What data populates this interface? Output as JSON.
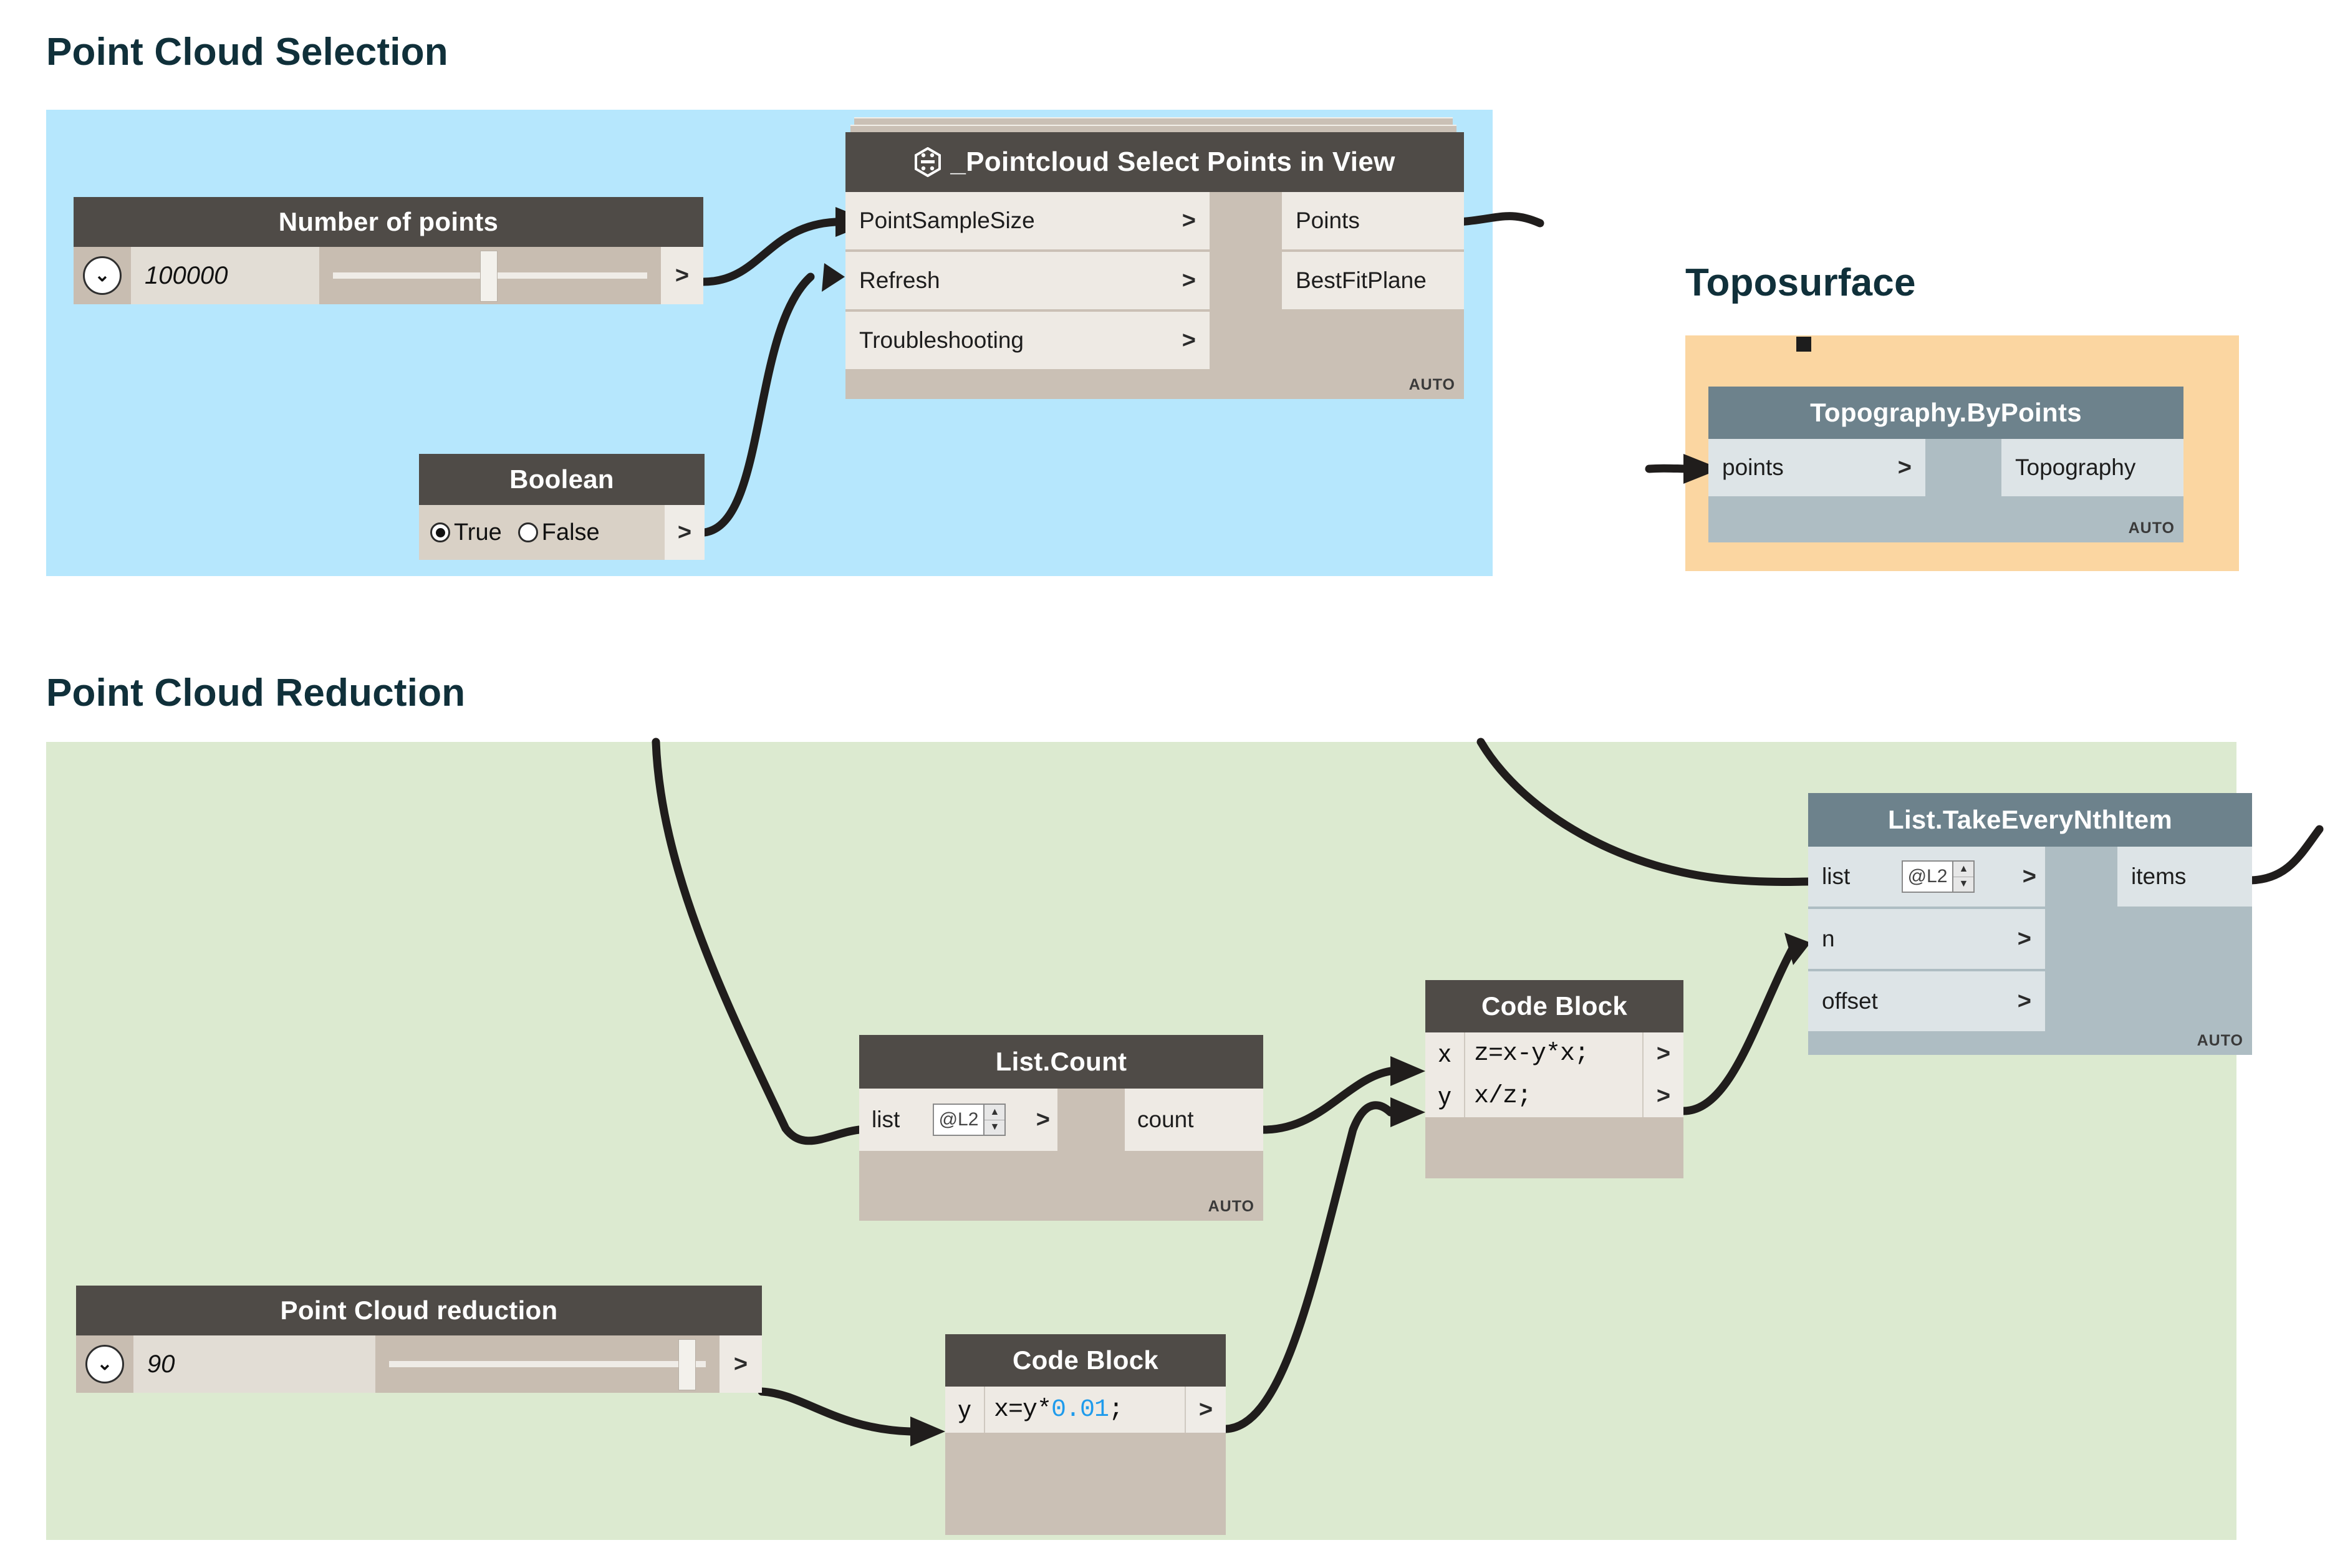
{
  "headings": {
    "selection": "Point Cloud Selection",
    "reduction": "Point Cloud Reduction",
    "toposurface": "Toposurface"
  },
  "groups": {
    "selection_color": "#b6e7fd",
    "toposurface_color": "#fbd6a1",
    "reduction_color": "#dcead0"
  },
  "nodes": {
    "number_of_points": {
      "title": "Number of points",
      "value": "100000",
      "caret": "⌄",
      "output_chevron": ">",
      "slider_percent": 47
    },
    "pointcloud_select": {
      "title": "_Pointcloud Select Points in View",
      "icon": "package-hex-icon",
      "inputs": [
        {
          "label": "PointSampleSize",
          "chevron": ">"
        },
        {
          "label": "Refresh",
          "chevron": ">"
        },
        {
          "label": "Troubleshooting",
          "chevron": ">"
        }
      ],
      "outputs": [
        {
          "label": "Points"
        },
        {
          "label": "BestFitPlane"
        }
      ],
      "status": "AUTO"
    },
    "boolean": {
      "title": "Boolean",
      "options": [
        {
          "label": "True",
          "selected": true
        },
        {
          "label": "False",
          "selected": false
        }
      ],
      "output_chevron": ">"
    },
    "topography_bypoints": {
      "title": "Topography.ByPoints",
      "inputs": [
        {
          "label": "points",
          "chevron": ">"
        }
      ],
      "outputs": [
        {
          "label": "Topography"
        }
      ],
      "status": "AUTO"
    },
    "list_take_every_nth": {
      "title": "List.TakeEveryNthItem",
      "inputs": [
        {
          "label": "list",
          "lacing": "@L2",
          "chevron": ">"
        },
        {
          "label": "n",
          "chevron": ">"
        },
        {
          "label": "offset",
          "chevron": ">"
        }
      ],
      "outputs": [
        {
          "label": "items"
        }
      ],
      "status": "AUTO"
    },
    "list_count": {
      "title": "List.Count",
      "inputs": [
        {
          "label": "list",
          "lacing": "@L2",
          "chevron": ">"
        }
      ],
      "outputs": [
        {
          "label": "count"
        }
      ],
      "status": "AUTO"
    },
    "code_block_1": {
      "title": "Code Block",
      "lines": [
        {
          "var": "x",
          "code_pre": "z=x-y*x;",
          "code_num": "",
          "code_post": "",
          "chevron": ">"
        },
        {
          "var": "y",
          "code_pre": "x/z;",
          "code_num": "",
          "code_post": "",
          "chevron": ">"
        }
      ]
    },
    "code_block_2": {
      "title": "Code Block",
      "lines": [
        {
          "var": "y",
          "code_pre": "x=y*",
          "code_num": "0.01",
          "code_post": ";",
          "chevron": ">"
        }
      ]
    },
    "point_cloud_reduction": {
      "title": "Point Cloud reduction",
      "value": "90",
      "caret": "⌄",
      "output_chevron": ">",
      "slider_percent": 88
    }
  },
  "spinner": {
    "up": "▲",
    "down": "▼"
  }
}
